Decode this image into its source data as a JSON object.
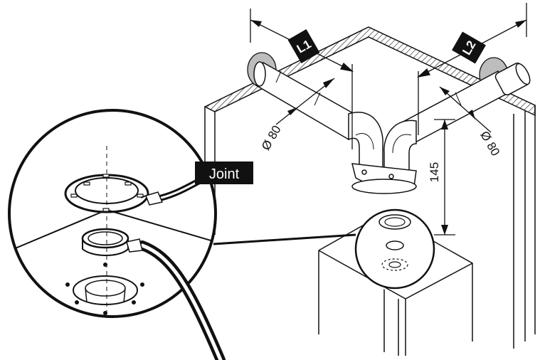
{
  "labels": {
    "length_1": "L1",
    "length_2": "L2",
    "diameter_left": "Ø 80",
    "diameter_right": "Ø 80",
    "height": "145",
    "joint": "Joint"
  },
  "colors": {
    "line": "#111111",
    "shade": "#bdbdbd",
    "tag_fill": "#111111",
    "tag_text": "#ffffff"
  }
}
